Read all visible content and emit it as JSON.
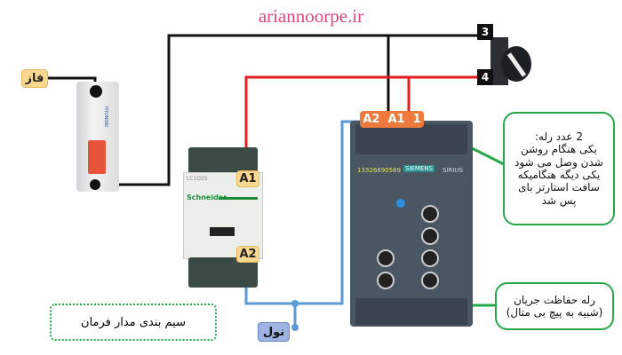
{
  "site": "ariannoorpe.ir",
  "labels": {
    "phase": "فاز",
    "neutral": "نول",
    "terminal_3": "3",
    "terminal_4": "4",
    "contactor_a1": "A1",
    "contactor_a2": "A2",
    "softstarter_terminals": "A2  A1  1",
    "title_box": "سیم بندی مدار فرمان"
  },
  "callouts": {
    "relays": "2 عدد رله:\nیکی هنگام روشن\nشدن وصل می شود\nیکی دیگه هنگامیکه\nسافت استارتر بای\nپس شد",
    "overload": "رله حفاظت جریان\n(شبیه به پیچ بی متال)"
  },
  "devices": {
    "softstarter_brand": "SIEMENS",
    "softstarter_series": "SIRIUS",
    "softstarter_code": "13326890569",
    "contactor_brand": "Schneider",
    "contactor_model": "LC1D25",
    "breaker_brand": "HYUNDAI"
  },
  "colors": {
    "phase_wire": "#111111",
    "control_wire": "#e41e1e",
    "neutral_wire": "#5b9bd5",
    "callout": "#27a84a",
    "site": "#e2457d"
  }
}
